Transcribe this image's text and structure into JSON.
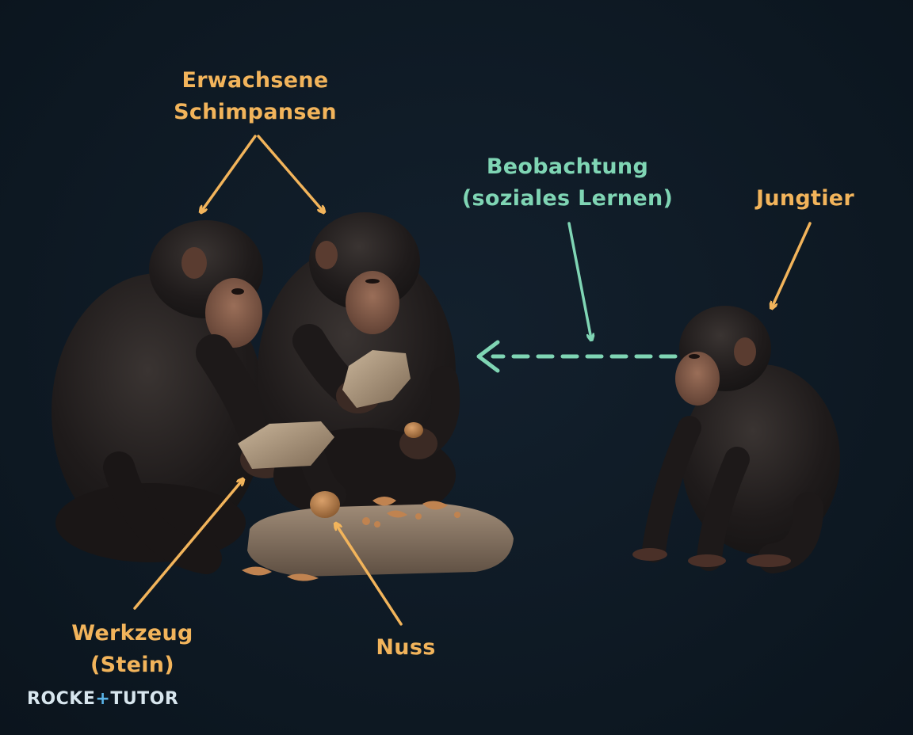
{
  "labels": {
    "adults": [
      "Erwachsene",
      "Schimpansen"
    ],
    "observation": [
      "Beobachtung",
      "(soziales Lernen)"
    ],
    "young": "Jungtier",
    "tool": [
      "Werkzeug",
      "(Stein)"
    ],
    "nut": "Nuss"
  },
  "logo": {
    "part1": "ROCKE",
    "part2": "+",
    "part3": "TUTOR"
  },
  "colors": {
    "background": "#0e1924",
    "orange_label": "#f2b45b",
    "teal_label": "#7fd5b4",
    "logo_accent": "#5ab4e8"
  }
}
